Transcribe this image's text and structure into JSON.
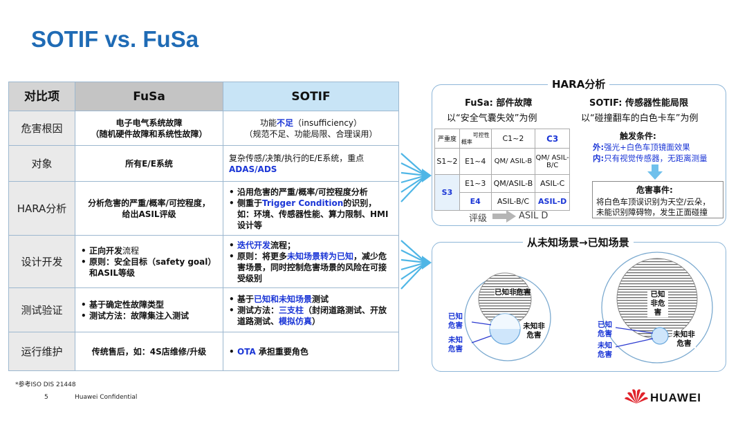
{
  "title": "SOTIF vs. FuSa",
  "table": {
    "headers": [
      "对比项",
      "FuSa",
      "SOTIF"
    ],
    "rows": [
      {
        "label": "危害根因",
        "fusa": [
          "电子电气系统故障",
          "（随机硬件故障和系统性故障）"
        ],
        "sotif": [
          "功能",
          "不足",
          "（insufficiency）",
          "（规范不足、功能局限、合理误用）"
        ]
      },
      {
        "label": "对象",
        "fusa": "所有E/E系统",
        "sotif": [
          "复杂传感/决策/执行的E/E系统，重点",
          "ADAS/ADS"
        ]
      },
      {
        "label": "HARA分析",
        "fusa": [
          "分析危害的严重/概率/可控程度，",
          "给出ASIL评级"
        ],
        "sotif": [
          "沿用危害的严重/概率/可控程度分析",
          "侧重于",
          "Trigger Condition",
          "的识别，如：环境、传感器性能、算力限制、HMI设计等"
        ]
      },
      {
        "label": "设计开发",
        "fusa": [
          "正向开发",
          "流程",
          "原则：安全目标（safety goal）和ASIL等级"
        ],
        "sotif": [
          "迭代开发",
          "流程；",
          "原则：将更多",
          "未知场景转为已知",
          "，减少危害场景，同时控制危害场景的风险在可接受级别"
        ]
      },
      {
        "label": "测试验证",
        "fusa": [
          "基于",
          "确定性故障",
          "类型",
          "测试方法：故障集注入测试"
        ],
        "sotif": [
          "基于",
          "已知和未知场景",
          "测试",
          "测试方法：",
          "三支柱",
          "（封闭道路测试、开放道路测试、",
          "模拟仿真",
          "）"
        ]
      },
      {
        "label": "运行维护",
        "fusa": "传统售后，如：4S店维修/升级",
        "sotif": [
          "OTA",
          " 承担重要角色"
        ]
      }
    ]
  },
  "hara": {
    "title": "HARA分析",
    "fusa_title": "FuSa: 部件故障",
    "fusa_example": "以“安全气囊失效”为例",
    "sotif_title": "SOTIF: 传感器性能局限",
    "sotif_example": "以“碰撞翻车的白色卡车”为例",
    "grid": {
      "corner_severity": "严重度",
      "corner_controllability": "可控性",
      "corner_probability": "概率",
      "col_c1": "C1~2",
      "col_c3": "C3",
      "s12": "S1~2",
      "s3": "S3",
      "e14": "E1~4",
      "e13": "E1~3",
      "e4": "E4",
      "qm_asilb": "QM/ ASIL-B",
      "qm_asilbc": "QM/ ASIL-B/C",
      "qm_asilb2": "QM/ASIL-B",
      "asilc": "ASIL-C",
      "asilbc": "ASIL-B/C",
      "asild": "ASIL-D"
    },
    "rating_label": "评级",
    "rating_value": "ASIL D",
    "trigger_title": "触发条件:",
    "trigger_ext_label": "外:",
    "trigger_ext": "强光+白色车顶镜面效果",
    "trigger_int_label": "内:",
    "trigger_int": "只有视觉传感器，无距离测量",
    "hazard_title": "危害事件:",
    "hazard_text1": "将白色车顶误识别为天空/云朵，",
    "hazard_text2": "未能识别障碍物，发生正面碰撞"
  },
  "scenario": {
    "title": "从未知场景→已知场景",
    "known_nonhazard": "已知非危害",
    "unknown_nonhazard": "未知非危害",
    "known_hazard": "已知危害",
    "unknown_hazard": "未知危害"
  },
  "footnote": "*参考ISO DIS 21448",
  "page_number": "5",
  "confidential": "Huawei Confidential",
  "brand": "HUAWEI",
  "colors": {
    "title": "#1f6bb5",
    "emphasis": "#1b36d6",
    "header_sotif": "#c8e4f6",
    "arrow": "#4fb6e6",
    "huawei_red": "#e0232b"
  }
}
